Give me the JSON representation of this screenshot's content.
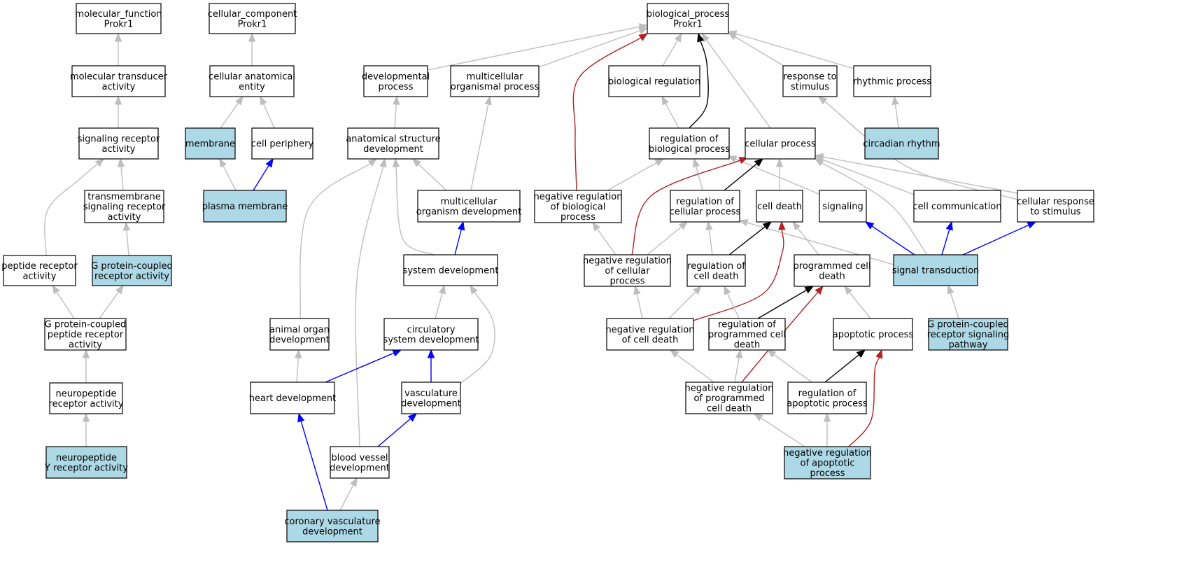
{
  "colors": {
    "highlight_fill": "#add8e6",
    "plain_fill": "#ffffff",
    "is_a": "#bebebe",
    "part_of": "#0000ff",
    "regulates": "#000000",
    "negatively_regulates": "#b22222"
  },
  "nodes": [
    {
      "id": "mf_root",
      "lines": [
        "molecular_function",
        "Prokr1"
      ],
      "highlight": false
    },
    {
      "id": "mol_transducer",
      "lines": [
        "molecular transducer",
        "activity"
      ],
      "highlight": false
    },
    {
      "id": "sig_receptor",
      "lines": [
        "signaling receptor",
        "activity"
      ],
      "highlight": false
    },
    {
      "id": "tm_sig_receptor",
      "lines": [
        "transmembrane",
        "signaling receptor",
        "activity"
      ],
      "highlight": false
    },
    {
      "id": "peptide_receptor",
      "lines": [
        "peptide receptor",
        "activity"
      ],
      "highlight": false
    },
    {
      "id": "gpcr_activity",
      "lines": [
        "G protein-coupled",
        "receptor activity"
      ],
      "highlight": true
    },
    {
      "id": "gpc_peptide_receptor",
      "lines": [
        "G protein-coupled",
        "peptide receptor",
        "activity"
      ],
      "highlight": false
    },
    {
      "id": "neuropeptide_receptor",
      "lines": [
        "neuropeptide",
        "receptor activity"
      ],
      "highlight": false
    },
    {
      "id": "npy_receptor",
      "lines": [
        "neuropeptide",
        "Y receptor activity"
      ],
      "highlight": true
    },
    {
      "id": "cc_root",
      "lines": [
        "cellular_component",
        "Prokr1"
      ],
      "highlight": false
    },
    {
      "id": "cell_anat_entity",
      "lines": [
        "cellular anatomical",
        "entity"
      ],
      "highlight": false
    },
    {
      "id": "membrane",
      "lines": [
        "membrane"
      ],
      "highlight": true
    },
    {
      "id": "cell_periphery",
      "lines": [
        "cell periphery"
      ],
      "highlight": false
    },
    {
      "id": "plasma_membrane",
      "lines": [
        "plasma membrane"
      ],
      "highlight": true
    },
    {
      "id": "bp_root",
      "lines": [
        "biological_process",
        "Prokr1"
      ],
      "highlight": false
    },
    {
      "id": "dev_process",
      "lines": [
        "developmental",
        "process"
      ],
      "highlight": false
    },
    {
      "id": "multicell_process",
      "lines": [
        "multicellular",
        "organismal process"
      ],
      "highlight": false
    },
    {
      "id": "bio_regulation",
      "lines": [
        "biological regulation"
      ],
      "highlight": false
    },
    {
      "id": "response_stimulus",
      "lines": [
        "response to",
        "stimulus"
      ],
      "highlight": false
    },
    {
      "id": "rhythmic_process",
      "lines": [
        "rhythmic process"
      ],
      "highlight": false
    },
    {
      "id": "anat_struct_dev",
      "lines": [
        "anatomical structure",
        "development"
      ],
      "highlight": false
    },
    {
      "id": "reg_bio_process",
      "lines": [
        "regulation of",
        "biological process"
      ],
      "highlight": false
    },
    {
      "id": "cellular_process",
      "lines": [
        "cellular process"
      ],
      "highlight": false
    },
    {
      "id": "circadian_rhythm",
      "lines": [
        "circadian rhythm"
      ],
      "highlight": true
    },
    {
      "id": "multicell_org_dev",
      "lines": [
        "multicellular",
        "organism development"
      ],
      "highlight": false
    },
    {
      "id": "neg_reg_bio_process",
      "lines": [
        "negative regulation",
        "of biological",
        "process"
      ],
      "highlight": false
    },
    {
      "id": "reg_cell_process",
      "lines": [
        "regulation of",
        "cellular process"
      ],
      "highlight": false
    },
    {
      "id": "cell_death",
      "lines": [
        "cell death"
      ],
      "highlight": false
    },
    {
      "id": "signaling",
      "lines": [
        "signaling"
      ],
      "highlight": false
    },
    {
      "id": "cell_communication",
      "lines": [
        "cell communication"
      ],
      "highlight": false
    },
    {
      "id": "cell_response_stimulus",
      "lines": [
        "cellular response",
        "to stimulus"
      ],
      "highlight": false
    },
    {
      "id": "system_dev",
      "lines": [
        "system development"
      ],
      "highlight": false
    },
    {
      "id": "neg_reg_cell_process",
      "lines": [
        "negative regulation",
        "of cellular",
        "process"
      ],
      "highlight": false
    },
    {
      "id": "reg_cell_death",
      "lines": [
        "regulation of",
        "cell death"
      ],
      "highlight": false
    },
    {
      "id": "programmed_cell_death",
      "lines": [
        "programmed cell",
        "death"
      ],
      "highlight": false
    },
    {
      "id": "signal_transduction",
      "lines": [
        "signal transduction"
      ],
      "highlight": true
    },
    {
      "id": "animal_organ_dev",
      "lines": [
        "animal organ",
        "development"
      ],
      "highlight": false
    },
    {
      "id": "circulatory_dev",
      "lines": [
        "circulatory",
        "system development"
      ],
      "highlight": false
    },
    {
      "id": "neg_reg_cell_death",
      "lines": [
        "negative regulation",
        "of cell death"
      ],
      "highlight": false
    },
    {
      "id": "reg_prog_cell_death",
      "lines": [
        "regulation of",
        "programmed cell",
        "death"
      ],
      "highlight": false
    },
    {
      "id": "apoptotic_process",
      "lines": [
        "apoptotic process"
      ],
      "highlight": false
    },
    {
      "id": "gpcr_pathway",
      "lines": [
        "G protein-coupled",
        "receptor signaling",
        "pathway"
      ],
      "highlight": true
    },
    {
      "id": "heart_dev",
      "lines": [
        "heart development"
      ],
      "highlight": false
    },
    {
      "id": "vasculature_dev",
      "lines": [
        "vasculature",
        "development"
      ],
      "highlight": false
    },
    {
      "id": "neg_reg_prog_cell_death",
      "lines": [
        "negative regulation",
        "of programmed",
        "cell death"
      ],
      "highlight": false
    },
    {
      "id": "reg_apoptotic",
      "lines": [
        "regulation of",
        "apoptotic process"
      ],
      "highlight": false
    },
    {
      "id": "blood_vessel_dev",
      "lines": [
        "blood vessel",
        "development"
      ],
      "highlight": false
    },
    {
      "id": "neg_reg_apoptotic",
      "lines": [
        "negative regulation",
        "of apoptotic",
        "process"
      ],
      "highlight": true
    },
    {
      "id": "coronary_vasc_dev",
      "lines": [
        "coronary vasculature",
        "development"
      ],
      "highlight": true
    }
  ],
  "edges": [
    {
      "from": "mol_transducer",
      "to": "mf_root",
      "kind": "is_a"
    },
    {
      "from": "sig_receptor",
      "to": "mol_transducer",
      "kind": "is_a"
    },
    {
      "from": "peptide_receptor",
      "to": "sig_receptor",
      "kind": "is_a"
    },
    {
      "from": "tm_sig_receptor",
      "to": "sig_receptor",
      "kind": "is_a"
    },
    {
      "from": "gpcr_activity",
      "to": "tm_sig_receptor",
      "kind": "is_a"
    },
    {
      "from": "gpc_peptide_receptor",
      "to": "peptide_receptor",
      "kind": "is_a"
    },
    {
      "from": "gpc_peptide_receptor",
      "to": "gpcr_activity",
      "kind": "is_a"
    },
    {
      "from": "neuropeptide_receptor",
      "to": "gpc_peptide_receptor",
      "kind": "is_a"
    },
    {
      "from": "npy_receptor",
      "to": "neuropeptide_receptor",
      "kind": "is_a"
    },
    {
      "from": "cell_anat_entity",
      "to": "cc_root",
      "kind": "is_a"
    },
    {
      "from": "membrane",
      "to": "cell_anat_entity",
      "kind": "is_a"
    },
    {
      "from": "cell_periphery",
      "to": "cell_anat_entity",
      "kind": "is_a"
    },
    {
      "from": "plasma_membrane",
      "to": "membrane",
      "kind": "is_a"
    },
    {
      "from": "plasma_membrane",
      "to": "cell_periphery",
      "kind": "part_of"
    },
    {
      "from": "dev_process",
      "to": "bp_root",
      "kind": "is_a"
    },
    {
      "from": "multicell_process",
      "to": "bp_root",
      "kind": "is_a"
    },
    {
      "from": "bio_regulation",
      "to": "bp_root",
      "kind": "is_a"
    },
    {
      "from": "response_stimulus",
      "to": "bp_root",
      "kind": "is_a"
    },
    {
      "from": "rhythmic_process",
      "to": "bp_root",
      "kind": "is_a"
    },
    {
      "from": "cellular_process",
      "to": "bp_root",
      "kind": "is_a"
    },
    {
      "from": "reg_bio_process",
      "to": "bp_root",
      "kind": "regulates"
    },
    {
      "from": "neg_reg_bio_process",
      "to": "bp_root",
      "kind": "negatively_regulates"
    },
    {
      "from": "anat_struct_dev",
      "to": "dev_process",
      "kind": "is_a"
    },
    {
      "from": "multicell_org_dev",
      "to": "multicell_process",
      "kind": "is_a"
    },
    {
      "from": "reg_bio_process",
      "to": "bio_regulation",
      "kind": "is_a"
    },
    {
      "from": "circadian_rhythm",
      "to": "rhythmic_process",
      "kind": "is_a"
    },
    {
      "from": "cell_response_stimulus",
      "to": "response_stimulus",
      "kind": "is_a"
    },
    {
      "from": "multicell_org_dev",
      "to": "anat_struct_dev",
      "kind": "is_a"
    },
    {
      "from": "system_dev",
      "to": "anat_struct_dev",
      "kind": "is_a"
    },
    {
      "from": "animal_organ_dev",
      "to": "anat_struct_dev",
      "kind": "is_a"
    },
    {
      "from": "blood_vessel_dev",
      "to": "anat_struct_dev",
      "kind": "is_a"
    },
    {
      "from": "neg_reg_bio_process",
      "to": "reg_bio_process",
      "kind": "is_a"
    },
    {
      "from": "reg_cell_process",
      "to": "reg_bio_process",
      "kind": "is_a"
    },
    {
      "from": "signaling",
      "to": "reg_bio_process",
      "kind": "is_a"
    },
    {
      "from": "reg_cell_process",
      "to": "cellular_process",
      "kind": "regulates"
    },
    {
      "from": "neg_reg_cell_process",
      "to": "cellular_process",
      "kind": "negatively_regulates"
    },
    {
      "from": "cell_death",
      "to": "cellular_process",
      "kind": "is_a"
    },
    {
      "from": "cell_communication",
      "to": "cellular_process",
      "kind": "is_a"
    },
    {
      "from": "cell_response_stimulus",
      "to": "cellular_process",
      "kind": "is_a"
    },
    {
      "from": "signal_transduction",
      "to": "cellular_process",
      "kind": "is_a"
    },
    {
      "from": "system_dev",
      "to": "multicell_org_dev",
      "kind": "part_of"
    },
    {
      "from": "neg_reg_cell_process",
      "to": "neg_reg_bio_process",
      "kind": "is_a"
    },
    {
      "from": "neg_reg_cell_process",
      "to": "reg_cell_process",
      "kind": "is_a"
    },
    {
      "from": "reg_cell_death",
      "to": "reg_cell_process",
      "kind": "is_a"
    },
    {
      "from": "signal_transduction",
      "to": "reg_cell_process",
      "kind": "is_a"
    },
    {
      "from": "reg_cell_death",
      "to": "cell_death",
      "kind": "regulates"
    },
    {
      "from": "neg_reg_cell_death",
      "to": "cell_death",
      "kind": "negatively_regulates"
    },
    {
      "from": "programmed_cell_death",
      "to": "cell_death",
      "kind": "is_a"
    },
    {
      "from": "signal_transduction",
      "to": "signaling",
      "kind": "part_of"
    },
    {
      "from": "signal_transduction",
      "to": "cell_communication",
      "kind": "part_of"
    },
    {
      "from": "signal_transduction",
      "to": "cell_response_stimulus",
      "kind": "part_of"
    },
    {
      "from": "circulatory_dev",
      "to": "system_dev",
      "kind": "is_a"
    },
    {
      "from": "vasculature_dev",
      "to": "system_dev",
      "kind": "is_a"
    },
    {
      "from": "neg_reg_cell_death",
      "to": "neg_reg_cell_process",
      "kind": "is_a"
    },
    {
      "from": "neg_reg_cell_death",
      "to": "reg_cell_death",
      "kind": "is_a"
    },
    {
      "from": "reg_prog_cell_death",
      "to": "reg_cell_death",
      "kind": "is_a"
    },
    {
      "from": "reg_prog_cell_death",
      "to": "programmed_cell_death",
      "kind": "regulates"
    },
    {
      "from": "neg_reg_prog_cell_death",
      "to": "programmed_cell_death",
      "kind": "negatively_regulates"
    },
    {
      "from": "apoptotic_process",
      "to": "programmed_cell_death",
      "kind": "is_a"
    },
    {
      "from": "gpcr_pathway",
      "to": "signal_transduction",
      "kind": "is_a"
    },
    {
      "from": "heart_dev",
      "to": "animal_organ_dev",
      "kind": "is_a"
    },
    {
      "from": "heart_dev",
      "to": "circulatory_dev",
      "kind": "part_of"
    },
    {
      "from": "vasculature_dev",
      "to": "circulatory_dev",
      "kind": "part_of"
    },
    {
      "from": "neg_reg_prog_cell_death",
      "to": "neg_reg_cell_death",
      "kind": "is_a"
    },
    {
      "from": "neg_reg_prog_cell_death",
      "to": "reg_prog_cell_death",
      "kind": "is_a"
    },
    {
      "from": "reg_apoptotic",
      "to": "reg_prog_cell_death",
      "kind": "is_a"
    },
    {
      "from": "reg_apoptotic",
      "to": "apoptotic_process",
      "kind": "regulates"
    },
    {
      "from": "neg_reg_apoptotic",
      "to": "apoptotic_process",
      "kind": "negatively_regulates"
    },
    {
      "from": "neg_reg_apoptotic",
      "to": "neg_reg_prog_cell_death",
      "kind": "is_a"
    },
    {
      "from": "neg_reg_apoptotic",
      "to": "reg_apoptotic",
      "kind": "is_a"
    },
    {
      "from": "blood_vessel_dev",
      "to": "vasculature_dev",
      "kind": "part_of"
    },
    {
      "from": "coronary_vasc_dev",
      "to": "heart_dev",
      "kind": "part_of"
    },
    {
      "from": "coronary_vasc_dev",
      "to": "blood_vessel_dev",
      "kind": "is_a"
    }
  ]
}
